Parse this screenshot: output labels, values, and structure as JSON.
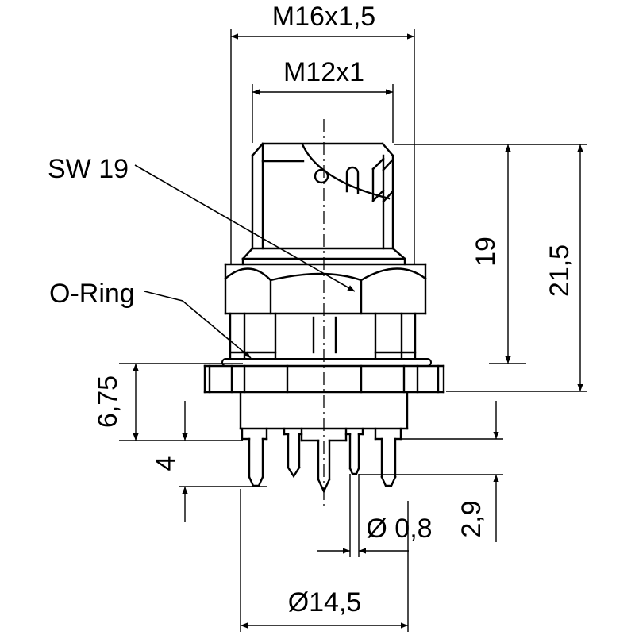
{
  "drawing": {
    "dimensions": {
      "thread_outer": "M16x1,5",
      "thread_inner": "M12x1",
      "height_head_to_flange": "19",
      "height_total": "21,5",
      "flange_section_height": "6,75",
      "pin_length": "4",
      "short_pin_length": "2,9",
      "pin_diameter": "Ø 0,8",
      "body_diameter": "Ø14,5"
    },
    "labels": {
      "wrench_size": "SW 19",
      "o_ring": "O-Ring"
    },
    "colors": {
      "line": "#000000",
      "background": "#ffffff"
    }
  }
}
